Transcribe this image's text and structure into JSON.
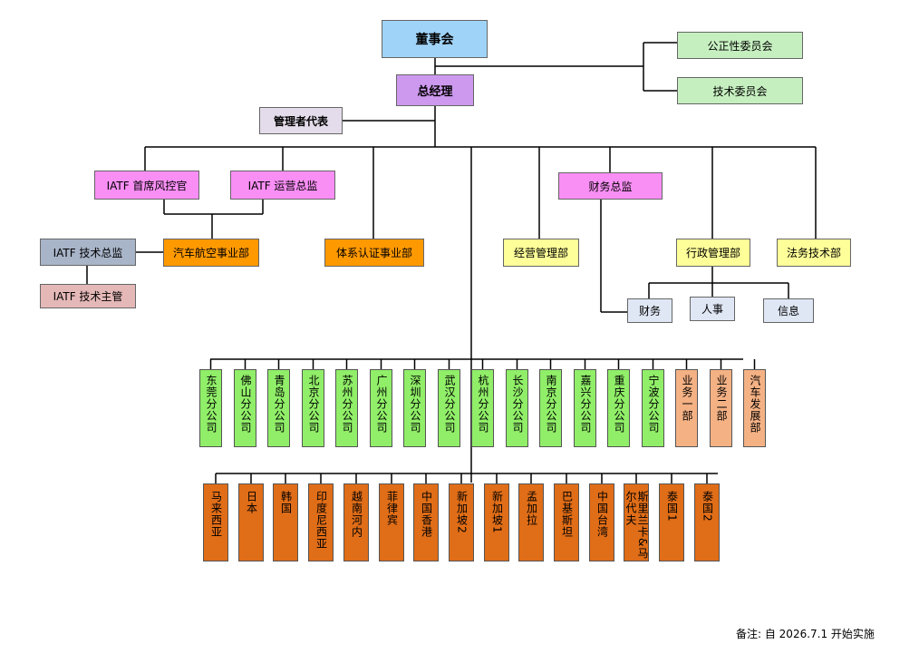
{
  "title": {
    "board": "董事会",
    "gm": "总经理",
    "rep": "管理者代表"
  },
  "committees": [
    "公正性委员会",
    "技术委员会"
  ],
  "iatf": {
    "ceo_risk": "IATF 首席风控官",
    "ops": "IATF 运营总监",
    "tech_director": "IATF 技术总监",
    "tech_manager": "IATF 技术主管"
  },
  "departments": {
    "auto": "汽车航空事业部",
    "system": "体系认证事业部",
    "finance_dir": "财务总监",
    "business": "经营管理部",
    "admin": "行政管理部",
    "legal": "法务技术部"
  },
  "admin_subs": [
    "财务",
    "人事",
    "信息"
  ],
  "branches": [
    {
      "label": "东莞分公司",
      "color": "#90ee68"
    },
    {
      "label": "佛山分公司",
      "color": "#90ee68"
    },
    {
      "label": "青岛分公司",
      "color": "#90ee68"
    },
    {
      "label": "北京分公司",
      "color": "#90ee68"
    },
    {
      "label": "苏州分公司",
      "color": "#90ee68"
    },
    {
      "label": "广州分公司",
      "color": "#90ee68"
    },
    {
      "label": "深圳分公司",
      "color": "#90ee68"
    },
    {
      "label": "武汉分公司",
      "color": "#90ee68"
    },
    {
      "label": "杭州分公司",
      "color": "#90ee68"
    },
    {
      "label": "长沙分公司",
      "color": "#90ee68"
    },
    {
      "label": "南京分公司",
      "color": "#90ee68"
    },
    {
      "label": "嘉兴分公司",
      "color": "#90ee68"
    },
    {
      "label": "重庆分公司",
      "color": "#90ee68"
    },
    {
      "label": "宁波分公司",
      "color": "#90ee68"
    },
    {
      "label": "业务一部",
      "color": "#f4b184"
    },
    {
      "label": "业务二部",
      "color": "#f4b184"
    },
    {
      "label": "汽车发展部",
      "color": "#f4b184"
    }
  ],
  "overseas": [
    "马来西亚",
    "日本",
    "韩国",
    "印度尼西亚",
    "越南河内",
    "菲律宾",
    "中国香港",
    "新加坡2",
    "新加坡1",
    "孟加拉",
    "巴基斯坦",
    "中国台湾",
    "斯里兰卡&马尔代夫",
    "泰国1",
    "泰国2"
  ],
  "colors": {
    "board": "#9fd3f7",
    "gm": "#cc99ee",
    "rep": "#e4dcea",
    "committee": "#c6efc0",
    "pink": "#f98ef5",
    "orange": "#ff9900",
    "yellow": "#ffff99",
    "admin_sub": "#dfe7f5",
    "iatf_dir": "#a8b4c8",
    "iatf_mgr": "#e5b8b8",
    "overseas": "#e06d17"
  },
  "note": "备注: 自 2026.7.1 开始实施"
}
